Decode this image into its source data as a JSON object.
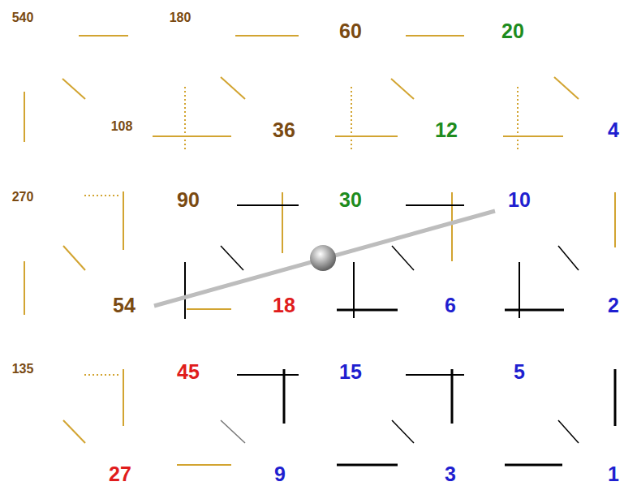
{
  "diagram": {
    "labels": [
      "540",
      "180",
      "60",
      "20",
      "108",
      "36",
      "12",
      "4",
      "270",
      "90",
      "30",
      "10",
      "54",
      "18",
      "6",
      "2",
      "135",
      "45",
      "15",
      "5",
      "27",
      "9",
      "3",
      "1"
    ]
  }
}
